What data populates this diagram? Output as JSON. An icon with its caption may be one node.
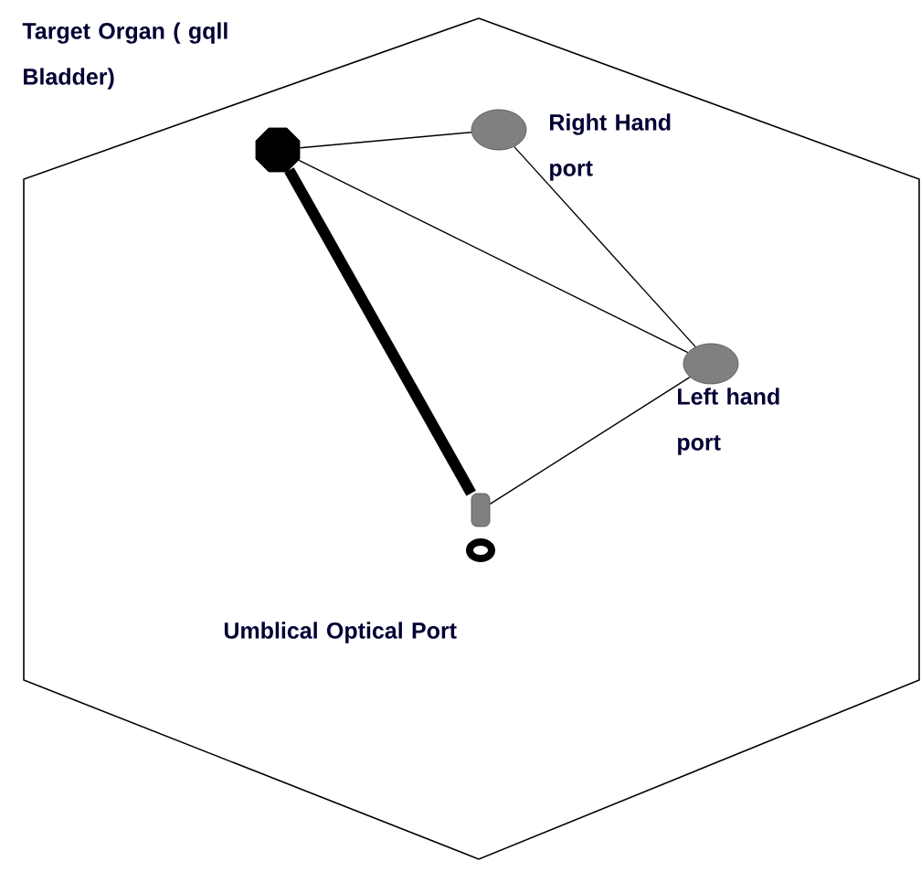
{
  "diagram": {
    "nodes": [
      {
        "text": [],
        "shape": "octagon",
        "beside": [
          "Target Organ ( gqll Bladder)"
        ]
      },
      {
        "text": [],
        "shape": "circle",
        "beside": [
          "Right Hand port"
        ]
      },
      {
        "text": [],
        "shape": "circle",
        "beside": [
          "Left hand port"
        ]
      },
      {
        "text": [],
        "shape": "picture",
        "beside": [
          "Umblical Optical Port"
        ]
      }
    ],
    "edges": [
      {
        "from": 0,
        "to": 1,
        "arrow": "none"
      },
      {
        "from": 0,
        "to": 2,
        "arrow": "none"
      },
      {
        "from": 1,
        "to": 2,
        "arrow": "none"
      },
      {
        "from": 3,
        "to": 2,
        "arrow": "none"
      },
      {
        "from": 0,
        "to": 3,
        "arrow": "none",
        "style": "thick"
      }
    ]
  }
}
